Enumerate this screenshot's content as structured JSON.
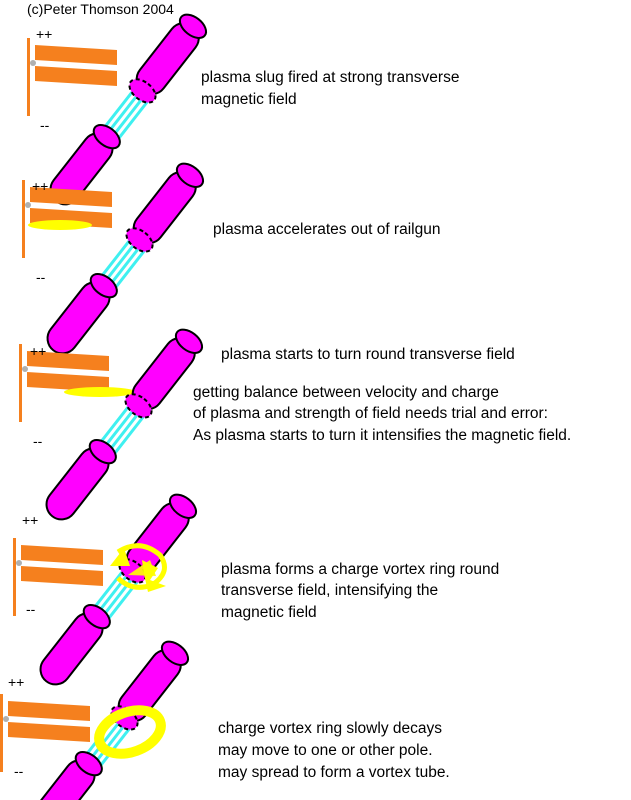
{
  "copyright": "(c)Peter Thomson 2004",
  "colors": {
    "rail": "#f5801e",
    "magnet": "#ff00ff",
    "field_lines": "#3ff0f0",
    "plasma": "#ffff00",
    "outline": "#000000"
  },
  "stages": [
    {
      "plus_label": "++",
      "minus_label": "--",
      "caption": [
        "plasma slug fired at strong transverse",
        "magnetic field"
      ]
    },
    {
      "plus_label": "++",
      "minus_label": "--",
      "caption": [
        "plasma accelerates out of railgun"
      ]
    },
    {
      "plus_label": "++",
      "minus_label": "--",
      "caption": [
        "plasma starts to turn round transverse field"
      ],
      "note": [
        "getting balance between velocity and charge",
        "of plasma and strength of field needs trial and error:",
        "As plasma starts to turn it intensifies the magnetic field."
      ]
    },
    {
      "plus_label": "++",
      "minus_label": "--",
      "caption": [
        "plasma forms a charge vortex ring round",
        "transverse field, intensifying the",
        "magnetic field"
      ]
    },
    {
      "plus_label": "++",
      "minus_label": "--",
      "caption": [
        "charge vortex ring slowly decays",
        "may move to one or other pole.",
        "may spread to form a vortex tube."
      ]
    }
  ]
}
